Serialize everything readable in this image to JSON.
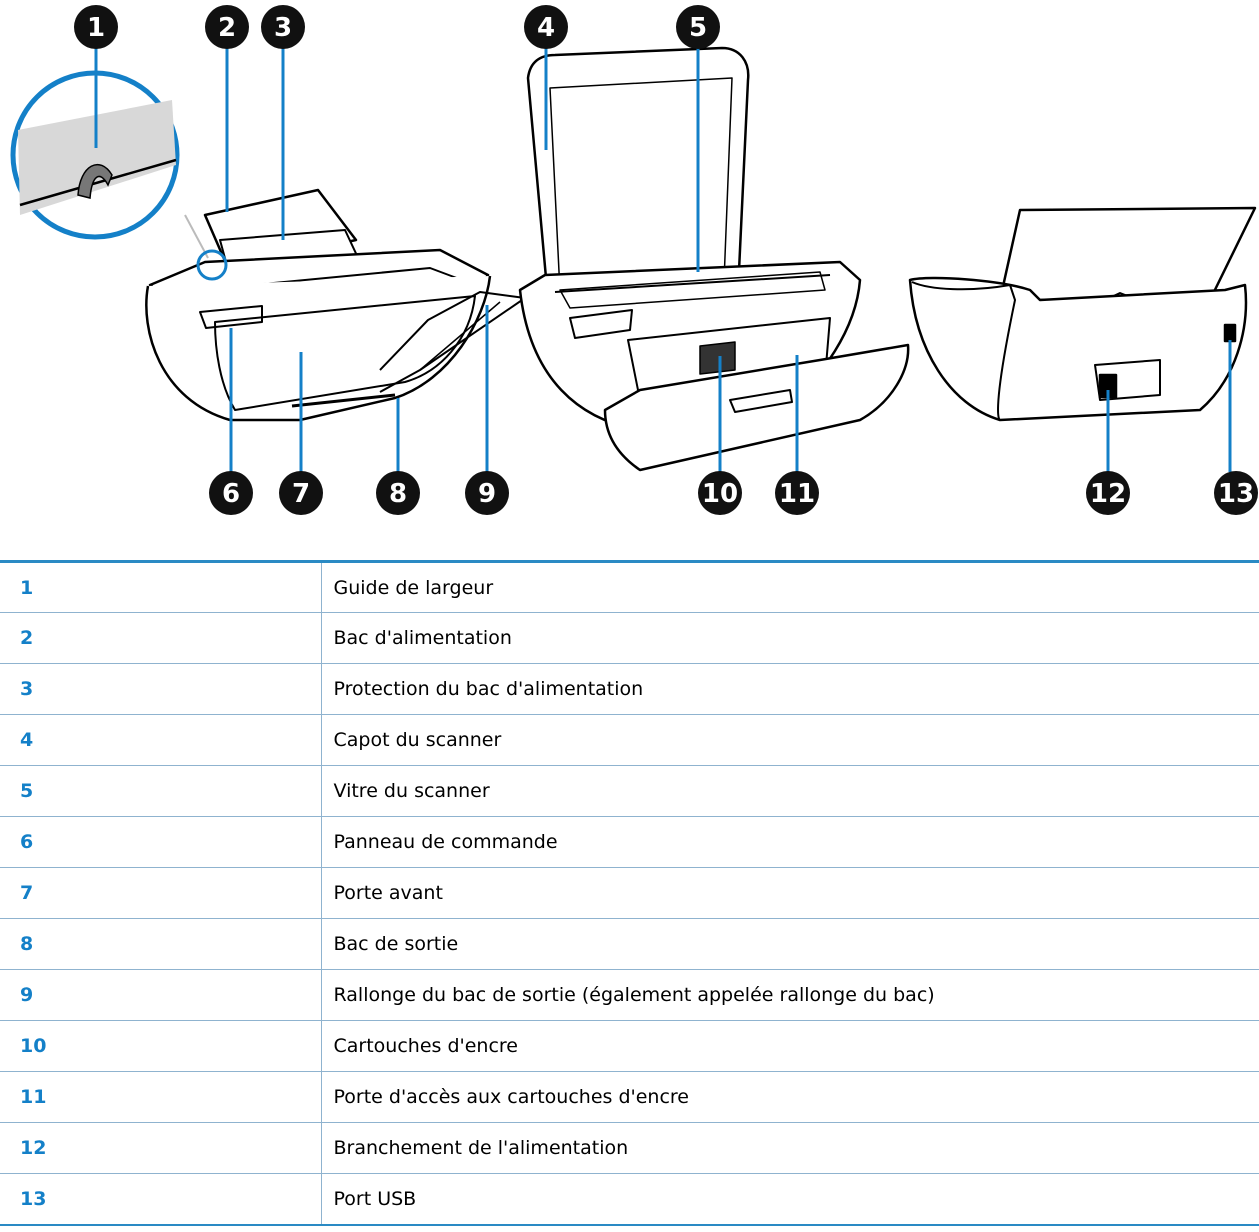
{
  "colors": {
    "callout": "#111111",
    "accent": "#1480c8",
    "rule": "#2a8ac4",
    "line": "#8fb3cf"
  },
  "callouts": [
    "1",
    "2",
    "3",
    "4",
    "5",
    "6",
    "7",
    "8",
    "9",
    "10",
    "11",
    "12",
    "13"
  ],
  "parts": [
    {
      "num": "1",
      "label": "Guide de largeur"
    },
    {
      "num": "2",
      "label": "Bac d'alimentation"
    },
    {
      "num": "3",
      "label": "Protection du bac d'alimentation"
    },
    {
      "num": "4",
      "label": "Capot du scanner"
    },
    {
      "num": "5",
      "label": "Vitre du scanner"
    },
    {
      "num": "6",
      "label": "Panneau de commande"
    },
    {
      "num": "7",
      "label": "Porte avant"
    },
    {
      "num": "8",
      "label": "Bac de sortie"
    },
    {
      "num": "9",
      "label": "Rallonge du bac de sortie (également appelée rallonge du bac)"
    },
    {
      "num": "10",
      "label": "Cartouches d'encre"
    },
    {
      "num": "11",
      "label": "Porte d'accès aux cartouches d'encre"
    },
    {
      "num": "12",
      "label": "Branchement de l'alimentation"
    },
    {
      "num": "13",
      "label": "Port USB"
    }
  ]
}
